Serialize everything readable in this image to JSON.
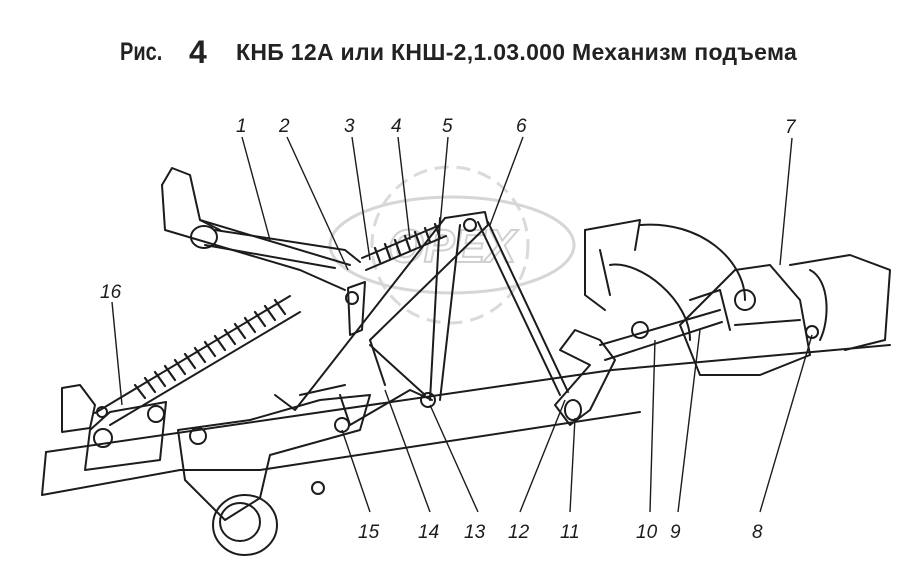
{
  "title": {
    "fig_label": "Рис.",
    "fig_number": "4",
    "text": "КНБ 12А или КНШ-2,1.03.000 Механизм подъема"
  },
  "watermark": "OPEX",
  "callouts": [
    "1",
    "2",
    "3",
    "4",
    "5",
    "6",
    "7",
    "8",
    "9",
    "10",
    "11",
    "12",
    "13",
    "14",
    "15",
    "16"
  ],
  "colors": {
    "ink": "#1c1c1c",
    "watermark": "#d0d0d0",
    "background": "#ffffff"
  }
}
